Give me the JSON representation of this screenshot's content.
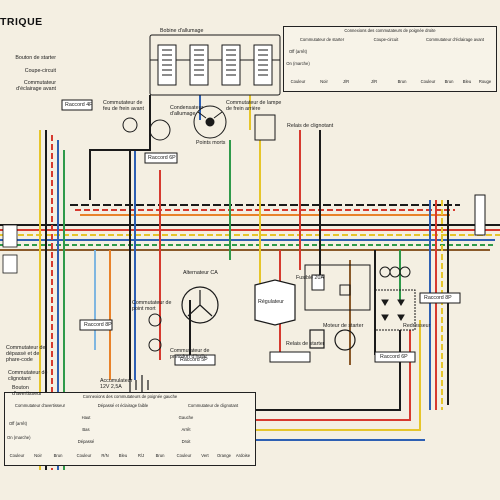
{
  "title": "TRIQUE",
  "colors": {
    "paper": "#f4efe2",
    "black": "#1a1a1a",
    "red": "#d63a2f",
    "yellow": "#e6c52a",
    "blue": "#2d5fb3",
    "green": "#2f9a4a",
    "brown": "#8a5a2b",
    "orange": "#e8822a",
    "lightblue": "#7fb6e0"
  },
  "labels": {
    "bouton_starter": "Bouton de starter",
    "coupe_circuit": "Coupe-circuit",
    "commutateur_eclairage_avant": "Commutateur\nd'éclairage avant",
    "raccord_4p": "Raccord 4P",
    "bobine_allumage": "Bobine d'allumage",
    "commutateur_feu_frein_avant": "Commutateur de\nfeu de frein avant",
    "condensateur_allumage": "Condensateur\nd'allumage",
    "commutateur_lampe_frein_arriere": "Commutateur de lampe\nde frein arrière",
    "relais_clignotant": "Relais de clignotant",
    "points_morts": "Points morts",
    "raccord_6p": "Raccord 6P",
    "raccord_8p": "Raccord 8P",
    "alternateur": "Alternateur CA",
    "regulateur": "Régulateur",
    "fusible": "Fusible 20A",
    "moteur_starter": "Moteur de starter",
    "relais_starter": "Relais de starter",
    "redresseur": "Redresseur",
    "commutateur_point_mort": "Commutateur de\npoint mort",
    "commutateur_pression_huile": "Commutateur de\npression d'huile",
    "accumulateur": "Accumulateur\n12V 2,5A",
    "commutateur_depasse": "Commutateur de\ndépassé et de\nphare-code",
    "commutateur_clignotant": "Commutateur de\nclignotant",
    "bouton_avertisseur": "Bouton\nd'avertisseur",
    "raccord_8p_right": "Raccord 8P",
    "raccord_5p": "Raccord 5P",
    "raccord_6p_b": "Raccord 6P"
  },
  "table_right": {
    "caption": "Connexions des commutateurs de poignée droite",
    "headers": [
      "Commutateur de starter",
      "Coupe-circuit",
      "Commutateur d'éclairage avant"
    ],
    "rows": [
      "Off (arrêt)",
      "On (marche)",
      "Couleur"
    ],
    "colors_row": [
      "Noir",
      "J/R",
      "J/R",
      "Brun",
      "Couleur",
      "Brun",
      "Bleu",
      "Rouge"
    ]
  },
  "table_left": {
    "caption": "Connexions des commutateurs de poignée gauche",
    "headers": [
      "Commutateur d'avertisseur",
      "Dépassé et éclairage faible",
      "Commutateur de clignotant"
    ],
    "rows": [
      "Off (arrêt)",
      "On (marche)",
      "Couleur"
    ],
    "mid_rows": [
      "Haut",
      "Bas",
      "Dépassé"
    ],
    "right_rows": [
      "Gauche",
      "Arrêt",
      "Droit"
    ],
    "colors_row": [
      "Couleur",
      "Noir",
      "Brun",
      "Couleur",
      "R/N",
      "Bleu",
      "R/J",
      "Brun",
      "Couleur",
      "Vert",
      "Orange",
      "Ardoise"
    ]
  }
}
